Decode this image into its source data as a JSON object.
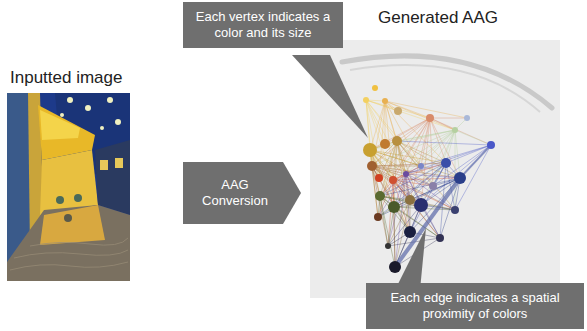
{
  "diagram": {
    "nodes": [
      {
        "text": [
          "Each vertex indicates a color and its size"
        ]
      },
      {
        "text": [
          "AAG Conversion"
        ]
      },
      {
        "text": [
          "Each edge indicates a spatial proximity of colors"
        ]
      }
    ],
    "labels": [
      "Inputted image",
      "Generated AAG"
    ]
  }
}
